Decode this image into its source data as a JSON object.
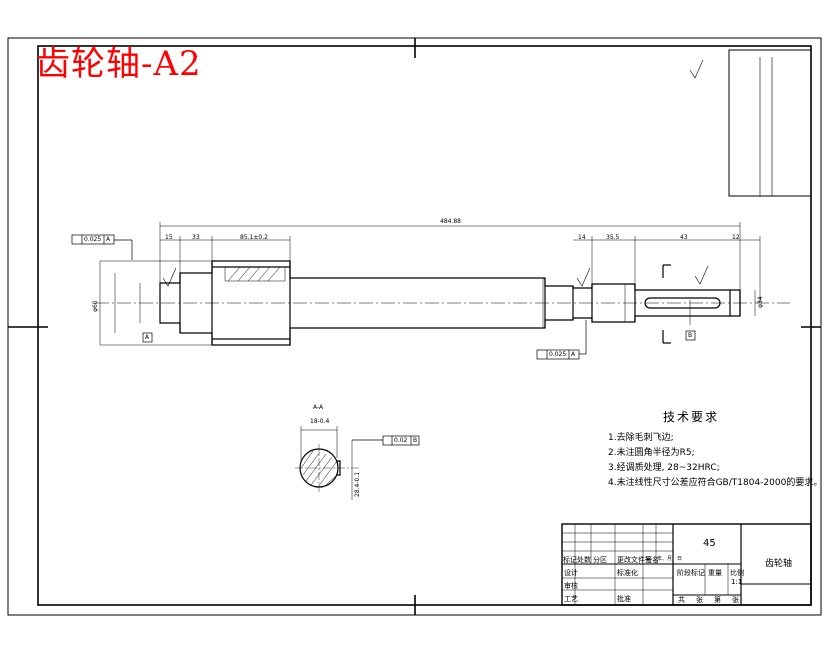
{
  "overlay_title": "齿轮轴-A2",
  "dimensions": {
    "overall_length": "484.88",
    "length_a": "15",
    "length_b": "33",
    "length_c": "85.1±0.2",
    "length_d": "14",
    "length_e": "35.5",
    "length_f": "43",
    "length_g": "12",
    "section_width": "18-0.4",
    "section_depth": "28.4-0.1",
    "dia_left": "φ60",
    "dia_right": "φ34"
  },
  "tolerances": {
    "runout_left": "0.025",
    "runout_right": "0.025",
    "symmetry": "0.02",
    "datum_a": "A",
    "datum_b": "B",
    "section_label": "A-A"
  },
  "tech_requirements": {
    "heading": "技术要求",
    "items": [
      "1.去除毛刺飞边;",
      "2.未注圆角半径为R5;",
      "3.经调质处理, 28~32HRC;",
      "4.未注线性尺寸公差应符合GB/T1804-2000的要求。"
    ]
  },
  "title_block": {
    "material": "45",
    "part_name": "齿轮轴",
    "scale": "1:1",
    "row_labels": [
      "标记",
      "处数",
      "分区",
      "更改文件号",
      "签名",
      "年、月、日"
    ],
    "labels": [
      "设计",
      "标准化",
      "阶段标记",
      "重量",
      "比例",
      "审核",
      "工艺",
      "批准",
      "共",
      "张",
      "第",
      "张"
    ]
  },
  "colors": {
    "line": "#000000",
    "title_red": "#ff0000",
    "background": "#ffffff"
  }
}
